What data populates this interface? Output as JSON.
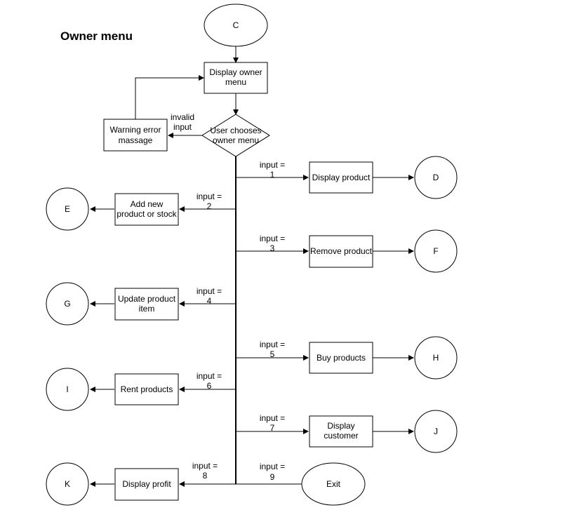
{
  "title": "Owner menu",
  "connectors": {
    "C": "C",
    "D": "D",
    "E": "E",
    "F": "F",
    "G": "G",
    "H": "H",
    "I": "I",
    "J": "J",
    "K": "K"
  },
  "exit": "Exit",
  "boxes": {
    "display_owner_menu": [
      "Display owner",
      "menu"
    ],
    "warning": [
      "Warning error",
      "massage"
    ],
    "display_product": [
      "Display product"
    ],
    "add_new": [
      "Add new",
      "product or stock"
    ],
    "remove_product": [
      "Remove product"
    ],
    "update_product": [
      "Update product",
      "item"
    ],
    "buy_products": [
      "Buy products"
    ],
    "rent_products": [
      "Rent products"
    ],
    "display_customer": [
      "Display",
      "customer"
    ],
    "display_profit": [
      "Display profit"
    ]
  },
  "decision": [
    "User chooses",
    "owner menu"
  ],
  "edge_labels": {
    "invalid": [
      "invalid",
      "input"
    ],
    "in1": [
      "input =",
      "1"
    ],
    "in2": [
      "input =",
      "2"
    ],
    "in3": [
      "input =",
      "3"
    ],
    "in4": [
      "input =",
      "4"
    ],
    "in5": [
      "input =",
      "5"
    ],
    "in6": [
      "input =",
      "6"
    ],
    "in7": [
      "input =",
      "7"
    ],
    "in8": [
      "input =",
      "8"
    ],
    "in9": [
      "input =",
      "9"
    ]
  }
}
